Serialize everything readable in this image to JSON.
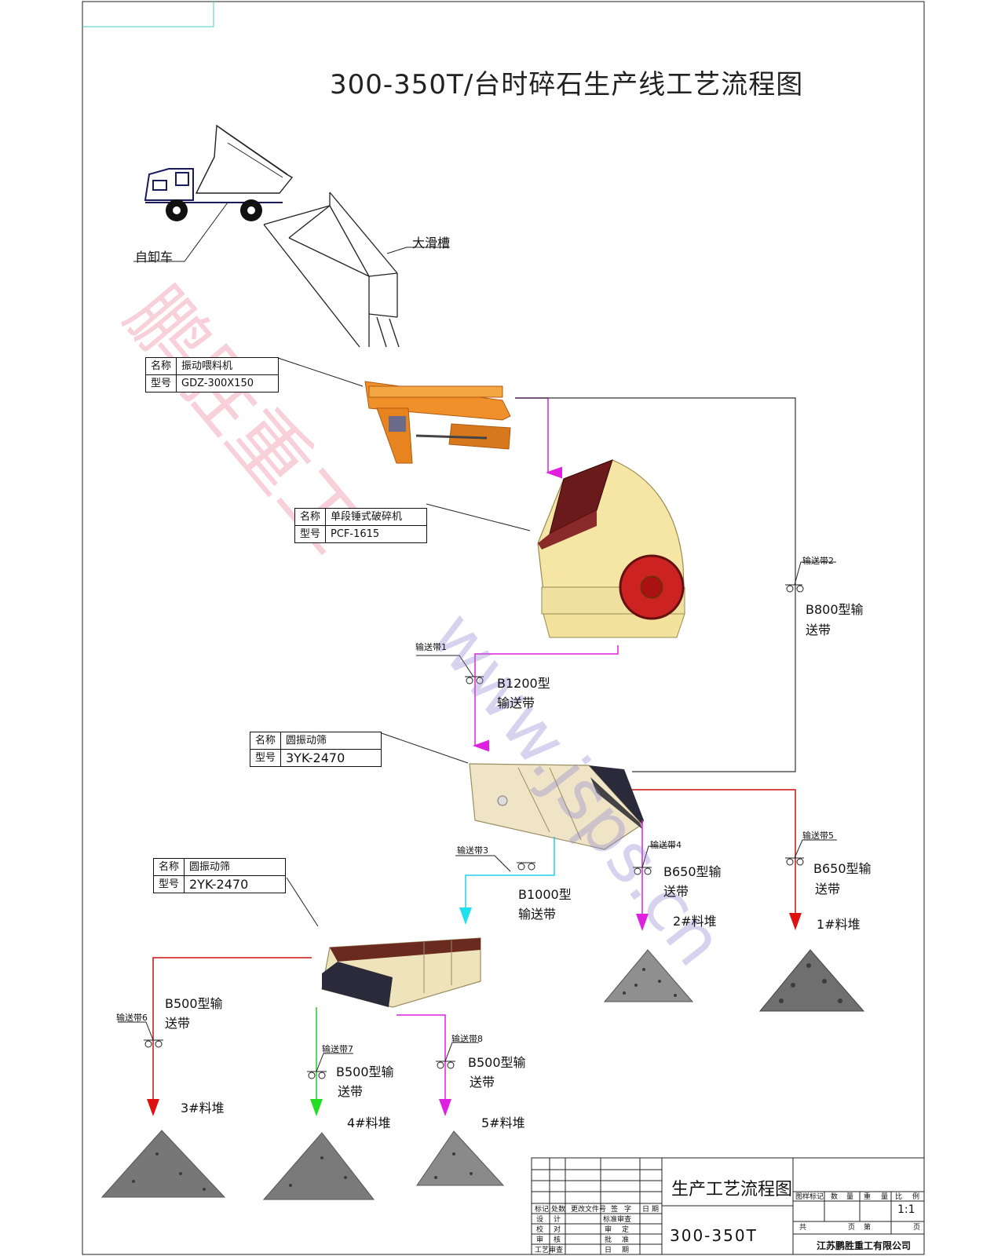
{
  "title": "300-350T/台时碎石生产线工艺流程图",
  "watermark": {
    "zh": "鹏胜重工",
    "url": "www.jsps.cn"
  },
  "labels": {
    "truck": "自卸车",
    "hopper": "大滑槽",
    "belt1": "输送带1",
    "belt1_model_a": "B1200型",
    "belt1_model_b": "输送带",
    "belt2": "输送带2",
    "belt2_model_a": "B800型输",
    "belt2_model_b": "送带",
    "belt3": "输送带3",
    "belt3_model_a": "B1000型",
    "belt3_model_b": "输送带",
    "belt4": "输送带4",
    "belt4_model_a": "B650型输",
    "belt4_model_b": "送带",
    "belt5": "输送带5",
    "belt5_model_a": "B650型输",
    "belt5_model_b": "送带",
    "belt6": "输送带6",
    "belt6_model_a": "B500型输",
    "belt6_model_b": "送带",
    "belt7": "输送带7",
    "belt7_model_a": "B500型输",
    "belt7_model_b": "送带",
    "belt8": "输送带8",
    "belt8_model_a": "B500型输",
    "belt8_model_b": "送带",
    "pile1": "1#料堆",
    "pile2": "2#料堆",
    "pile3": "3#料堆",
    "pile4": "4#料堆",
    "pile5": "5#料堆"
  },
  "specs": {
    "feeder": {
      "name_key": "名称",
      "name": "振动喂料机",
      "model_key": "型号",
      "model": "GDZ-300X150"
    },
    "crusher": {
      "name_key": "名称",
      "name": "单段锤式破碎机",
      "model_key": "型号",
      "model": "PCF-1615"
    },
    "screen1": {
      "name_key": "名称",
      "name": "圆振动筛",
      "model_key": "型号",
      "model": "3YK-2470"
    },
    "screen2": {
      "name_key": "名称",
      "name": "圆振动筛",
      "model_key": "型号",
      "model": "2YK-2470"
    }
  },
  "titleblock": {
    "drawing_name": "生产工艺流程图",
    "drawing_no": "300-350T",
    "company": "江苏鹏胜重工有限公司",
    "scale": "1:1",
    "headers": [
      "标记",
      "处数",
      "更改文件号",
      "签",
      "字",
      "日",
      "期"
    ],
    "left_rows": [
      "设",
      "计",
      "校",
      "对",
      "审",
      "核",
      "工艺审查"
    ],
    "mid_rows": [
      "标准审查",
      "审",
      "定",
      "批",
      "准",
      "日",
      "期"
    ],
    "right_headers": [
      "图样标记",
      "数",
      "量",
      "重",
      "量",
      "比",
      "例"
    ],
    "sheet_total": "共",
    "sheet_unit": "页",
    "sheet_no": "第",
    "sheet_unit2": "页"
  }
}
